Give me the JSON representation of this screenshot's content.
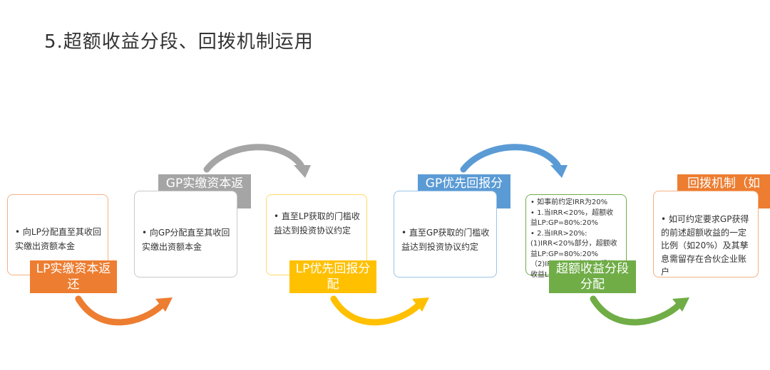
{
  "title": "5.超额收益分段、回拨机制运用",
  "colors": {
    "orange": "#ed7d31",
    "gray": "#a5a5a5",
    "yellow": "#ffc000",
    "blue": "#5b9bd5",
    "green": "#70ad47"
  },
  "steps": [
    {
      "label": "LP实缴资本返还",
      "desc": "• 向LP分配直至其收回实缴出资额本金"
    },
    {
      "label": "GP实缴资本返还",
      "desc": "• 向GP分配直至其收回实缴出资额本金"
    },
    {
      "label": "LP优先回报分配",
      "desc": "• 直至LP获取的门槛收益达到投资协议约定"
    },
    {
      "label": "GP优先回报分配",
      "desc": "• 直至GP获取的门槛收益达到投资协议约定"
    },
    {
      "label": "超额收益分段分配",
      "desc_lines": [
        "• 如事前约定IRR为20%",
        "• 1.当IRR<20%，超额收益LP:GP=80%:20%",
        "• 2.当IRR>20%:(1)IRR<20%部分，超额收益LP:GP=80%:20%",
        "（2)IRR>20%部分，超额收益LP:GP=70%:30%"
      ]
    },
    {
      "label": "回拨机制（如有）",
      "desc": "• 如可约定要求GP获得的前述超额收益的一定比例（如20%）及其孳息需留存在合伙企业账户"
    }
  ]
}
